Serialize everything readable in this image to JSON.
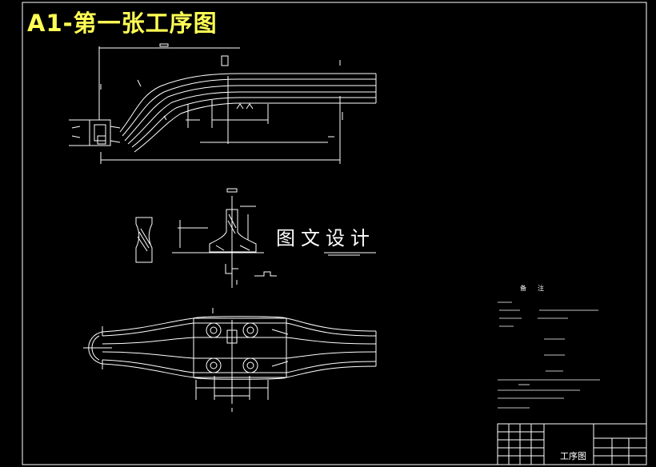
{
  "title": "A1-第一张工序图",
  "watermark": "图文设计",
  "notes_header": "备注",
  "title_block": {
    "drawing_name": "工序图"
  },
  "colors": {
    "background": "#000000",
    "lines": "#ffffff",
    "title": "#ffff55"
  }
}
